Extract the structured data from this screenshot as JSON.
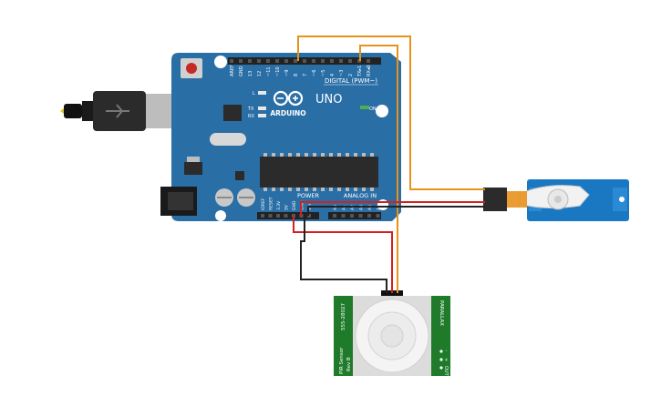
{
  "arduino": {
    "brand": "ARDUINO",
    "model": "UNO",
    "digital_label": "DIGITAL (PWM~)",
    "power_label": "POWER",
    "analog_label": "ANALOG IN",
    "on_label": "ON",
    "led_l": "L",
    "led_tx": "TX",
    "led_rx": "RX",
    "digital_pins": [
      "AREF",
      "GND",
      "13",
      "12",
      "~11",
      "~10",
      "~9",
      "8",
      "7",
      "~6",
      "~5",
      "4",
      "~3",
      "2",
      "TX▸1",
      "RX◂0"
    ],
    "power_pins": [
      "IOREF",
      "RESET",
      "3.3V",
      "5V",
      "GND",
      "GND",
      "Vin"
    ],
    "analog_pins": [
      "A0",
      "A1",
      "A2",
      "A3",
      "A4",
      "A5"
    ]
  },
  "pir": {
    "name": "PIR Sensor",
    "rev": "Rev B",
    "code": "555-28027",
    "brand": "PARALLAX",
    "pins": [
      "-",
      "+",
      "OUT"
    ]
  },
  "colors": {
    "board": "#2a6ea6",
    "board_dark": "#1c5180",
    "wire_orange": "#e8921c",
    "wire_red": "#d42020",
    "wire_black": "#222222",
    "pir_board": "#1f7a2a",
    "servo": "#1a78c2",
    "header": "#222222"
  }
}
